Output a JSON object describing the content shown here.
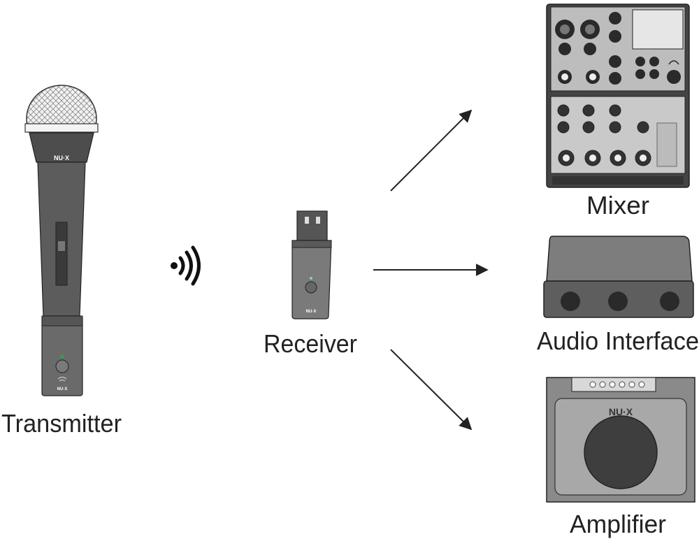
{
  "labels": {
    "transmitter": "Transmitter",
    "receiver": "Receiver",
    "mixer": "Mixer",
    "audio_interface": "Audio Interface",
    "amplifier": "Amplifier"
  },
  "brand": {
    "microphone": "NU·X",
    "amplifier": "NU·X",
    "transmitter_body": "NU·X",
    "receiver_body": "NU·X"
  },
  "icons": {
    "wireless": "wireless-signal-icon",
    "arrows": "arrow-icon"
  },
  "colors": {
    "device_dark": "#555555",
    "device_mid": "#8a8a8a",
    "device_light": "#d4d4d4",
    "led": "#22aa44",
    "outline": "#222222"
  }
}
